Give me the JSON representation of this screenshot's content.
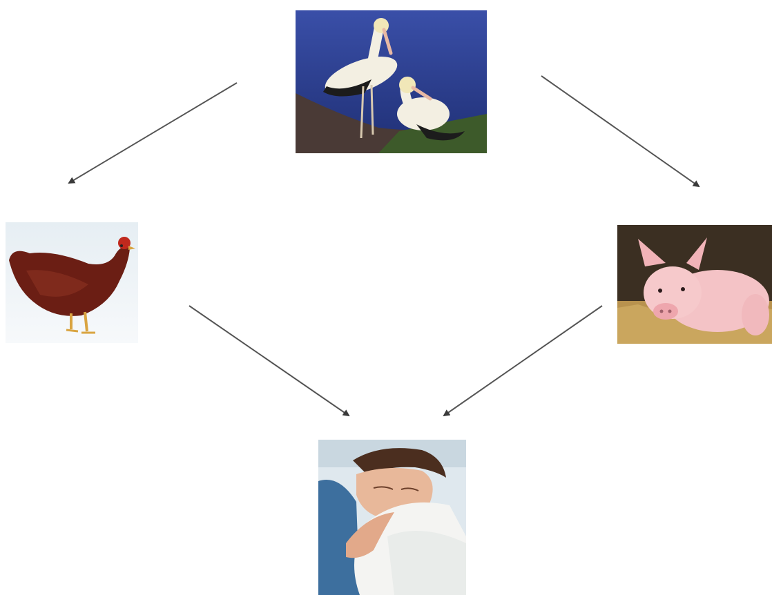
{
  "diagram": {
    "nodes": [
      {
        "id": "birds",
        "image": "wild-birds-photo"
      },
      {
        "id": "chicken",
        "image": "chicken-photo"
      },
      {
        "id": "pig",
        "image": "pig-photo"
      },
      {
        "id": "human",
        "image": "sick-person-sneezing-photo"
      }
    ],
    "edges": [
      {
        "from": "birds",
        "to": "chicken"
      },
      {
        "from": "birds",
        "to": "pig"
      },
      {
        "from": "chicken",
        "to": "human"
      },
      {
        "from": "pig",
        "to": "human"
      }
    ],
    "colors": {
      "background": "#ffffff",
      "arrow": "#4a4a4a",
      "sky": "#2c3e8c",
      "chicken": "#6b1e14",
      "pig": "#f2b8bc",
      "shirt": "#3d6f9e"
    }
  }
}
